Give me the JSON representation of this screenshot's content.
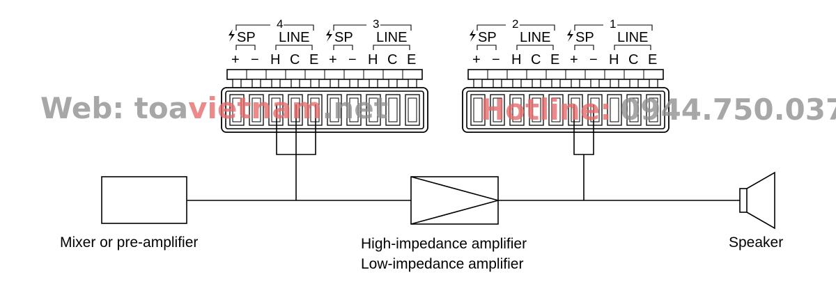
{
  "watermark": {
    "web_prefix": "Web: toa",
    "web_highlight": "vietnam",
    "web_suffix": ".net",
    "hotline_label": "Hotline:",
    "hotline_number": "0944.750.037",
    "color_gray": "#8f8f8f",
    "color_red": "#e56a6a"
  },
  "left_block": {
    "channels": [
      {
        "number": "4",
        "sp_label": "SP",
        "line_label": "LINE",
        "pins": [
          "+",
          "−",
          "H",
          "C",
          "E"
        ]
      },
      {
        "number": "3",
        "sp_label": "SP",
        "line_label": "LINE",
        "pins": [
          "+",
          "−",
          "H",
          "C",
          "E"
        ]
      }
    ]
  },
  "right_block": {
    "channels": [
      {
        "number": "2",
        "sp_label": "SP",
        "line_label": "LINE",
        "pins": [
          "+",
          "−",
          "H",
          "C",
          "E"
        ]
      },
      {
        "number": "1",
        "sp_label": "SP",
        "line_label": "LINE",
        "pins": [
          "+",
          "−",
          "H",
          "C",
          "E"
        ]
      }
    ]
  },
  "labels": {
    "mixer": "Mixer or pre-amplifier",
    "amp_high": "High-impedance amplifier",
    "amp_low": "Low-impedance amplifier",
    "speaker": "Speaker"
  }
}
